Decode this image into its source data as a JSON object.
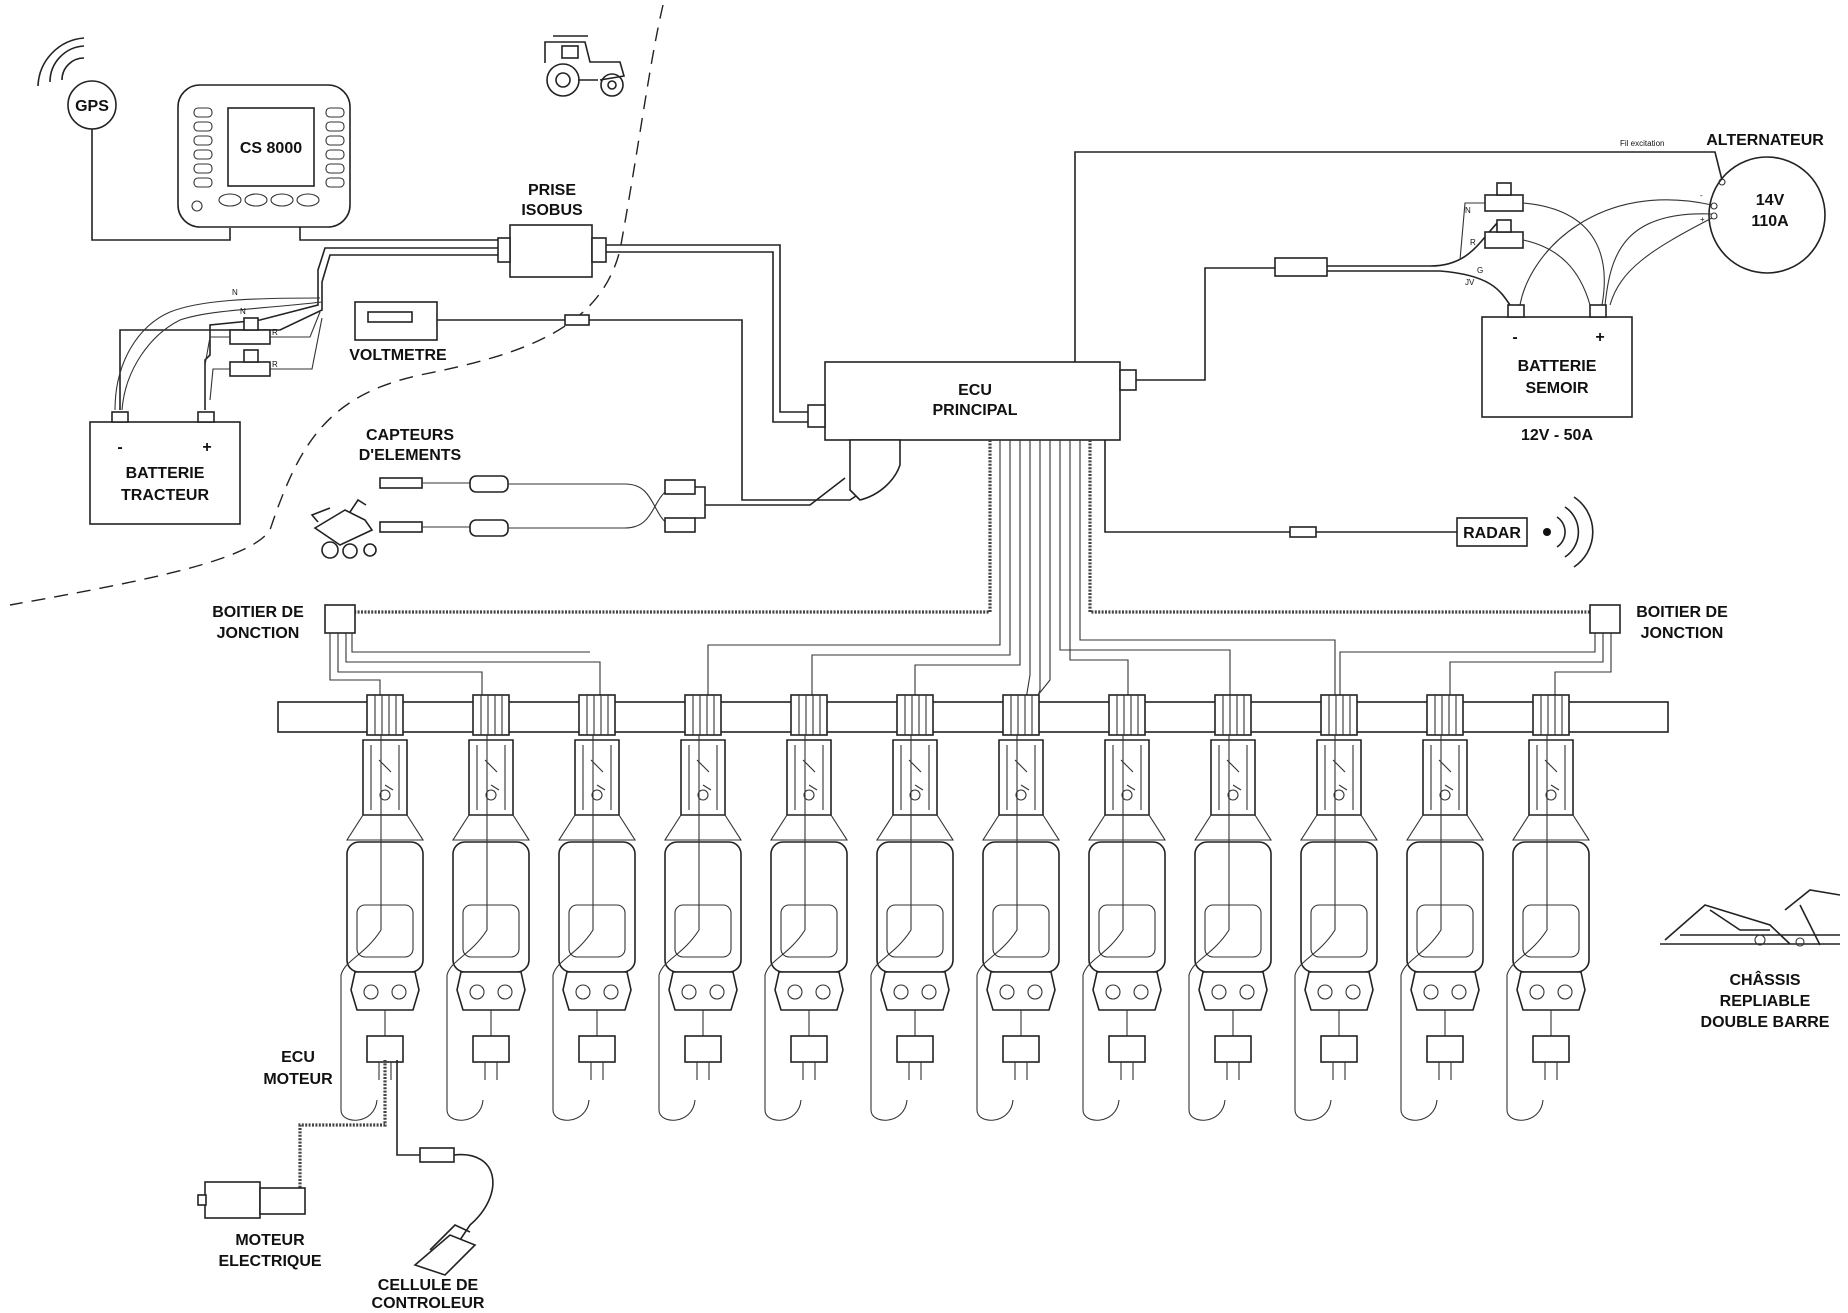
{
  "labels": {
    "gps": "GPS",
    "display": "CS 8000",
    "isobus_1": "PRISE",
    "isobus_2": "ISOBUS",
    "voltmeter": "VOLTMETRE",
    "tractor_battery_1": "BATTERIE",
    "tractor_battery_2": "TRACTEUR",
    "minus": "-",
    "plus": "+",
    "sensors_1": "CAPTEURS",
    "sensors_2": "D'ELEMENTS",
    "ecu_1": "ECU",
    "ecu_2": "PRINCIPAL",
    "field_wire": "Fil excitation",
    "alternator": "ALTERNATEUR",
    "alt_voltage": "14V",
    "alt_current": "110A",
    "seeder_battery_1": "BATTERIE",
    "seeder_battery_2": "SEMOIR",
    "seeder_battery_rating": "12V - 50A",
    "radar": "RADAR",
    "junction_left_1": "BOITIER DE",
    "junction_left_2": "JONCTION",
    "junction_right_1": "BOITIER DE",
    "junction_right_2": "JONCTION",
    "motor_ecu_1": "ECU",
    "motor_ecu_2": "MOTEUR",
    "motor_1": "MOTEUR",
    "motor_2": "ELECTRIQUE",
    "cell_1": "CELLULE DE",
    "cell_2": "CONTROLEUR",
    "chassis_1": "CHÂSSIS",
    "chassis_2": "REPLIABLE",
    "chassis_3": "DOUBLE BARRE",
    "wire_n1": "N",
    "wire_n2": "N",
    "wire_r1": "R",
    "wire_r2": "R",
    "wire_n3": "N",
    "wire_r3": "R",
    "wire_g": "G",
    "wire_jv": "JV",
    "alt_minus": "-",
    "alt_plus": "+"
  },
  "row_units": 12
}
